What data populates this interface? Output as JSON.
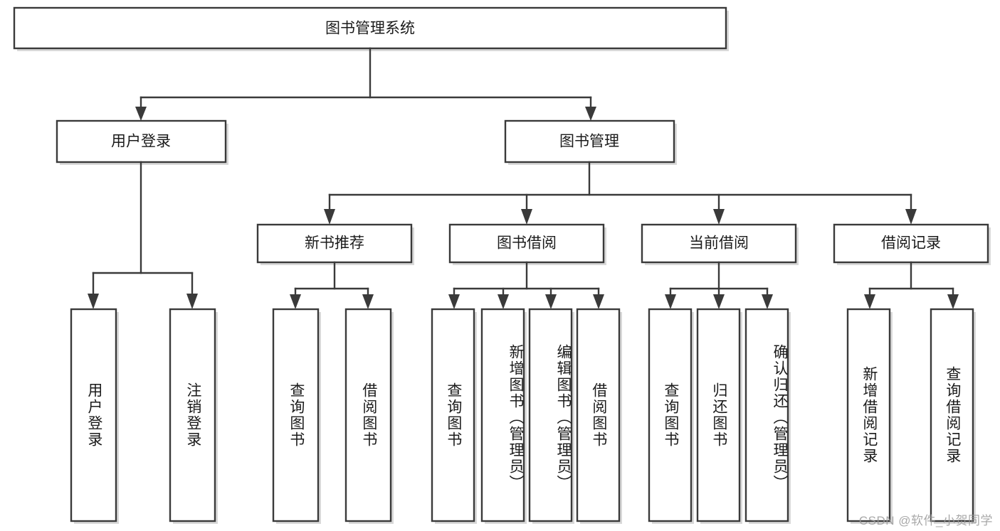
{
  "diagram": {
    "type": "hierarchy-tree",
    "title": "图书管理系统",
    "watermark": "CSDN @软件_小贺同学",
    "colors": {
      "stroke": "#3a3a3a",
      "fill": "#ffffff",
      "text": "#1b1b1b",
      "watermark": "#9a9a9a",
      "background": "#ffffff"
    },
    "root": {
      "id": "root",
      "label": "图书管理系统",
      "level": 0
    },
    "level2": [
      {
        "id": "user-login",
        "label": "用户登录",
        "level": 1
      },
      {
        "id": "book-manage",
        "label": "图书管理",
        "level": 1
      }
    ],
    "level3": [
      {
        "id": "new-book-recommend",
        "label": "新书推荐",
        "level": 2,
        "parent": "book-manage"
      },
      {
        "id": "book-borrow",
        "label": "图书借阅",
        "level": 2,
        "parent": "book-manage"
      },
      {
        "id": "current-borrow",
        "label": "当前借阅",
        "level": 2,
        "parent": "book-manage"
      },
      {
        "id": "borrow-record",
        "label": "借阅记录",
        "level": 2,
        "parent": "book-manage"
      }
    ],
    "leaves": [
      {
        "id": "leaf-user-login",
        "label": "用户登录",
        "parent": "user-login"
      },
      {
        "id": "leaf-user-logout",
        "label": "注销登录",
        "parent": "user-login"
      },
      {
        "id": "leaf-recommend-query",
        "label": "查询图书",
        "parent": "new-book-recommend"
      },
      {
        "id": "leaf-recommend-borrow",
        "label": "借阅图书",
        "parent": "new-book-recommend"
      },
      {
        "id": "leaf-borrow-query",
        "label": "查询图书",
        "parent": "book-borrow"
      },
      {
        "id": "leaf-borrow-add",
        "label": "新增图书（管理员）",
        "parent": "book-borrow"
      },
      {
        "id": "leaf-borrow-edit",
        "label": "编辑图书（管理员）",
        "parent": "book-borrow"
      },
      {
        "id": "leaf-borrow-lend",
        "label": "借阅图书",
        "parent": "book-borrow"
      },
      {
        "id": "leaf-current-query",
        "label": "查询图书",
        "parent": "current-borrow"
      },
      {
        "id": "leaf-current-return",
        "label": "归还图书",
        "parent": "current-borrow"
      },
      {
        "id": "leaf-current-confirm",
        "label": "确认归还（管理员）",
        "parent": "current-borrow"
      },
      {
        "id": "leaf-record-add",
        "label": "新增借阅记录",
        "parent": "borrow-record"
      },
      {
        "id": "leaf-record-query",
        "label": "查询借阅记录",
        "parent": "borrow-record"
      }
    ]
  }
}
